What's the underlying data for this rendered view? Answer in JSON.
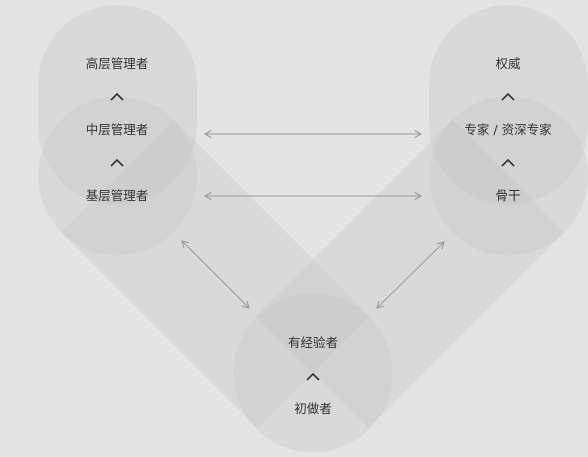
{
  "colors": {
    "background": "#e4e4e4",
    "shape_fill": "#c3c3c3",
    "arrow": "#9a9a9a",
    "text": "#333333"
  },
  "left_column": {
    "top": "高层管理者",
    "middle": "中层管理者",
    "bottom": "基层管理者"
  },
  "right_column": {
    "top": "权威",
    "middle": "专家 / 资深专家",
    "bottom": "骨干"
  },
  "bottom_column": {
    "top": "有经验者",
    "bottom": "初做者"
  },
  "connectors": {
    "caret_icon": "chevron-up-icon",
    "arrow_style": "double-headed"
  }
}
